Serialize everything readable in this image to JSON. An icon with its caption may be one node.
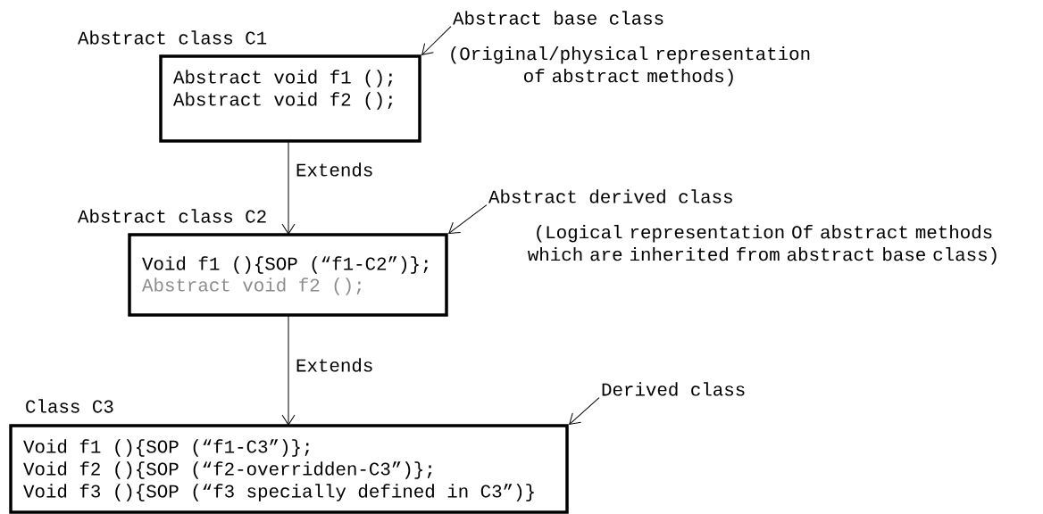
{
  "diagram": {
    "nodes": [
      {
        "text": [
          "Abstract class C1",
          "Abstract void f1 ();",
          "Abstract void f2 ();"
        ]
      },
      {
        "text": [
          "Abstract base class",
          "(Original/physical representation of abstract methods)"
        ]
      },
      {
        "text": [
          "Abstract class C2",
          "Void f1 (){SOP (“f1-C2”)};",
          "Abstract void f2 ();"
        ]
      },
      {
        "text": [
          "Abstract derived class",
          "(Logical representation Of abstract methods which are inherited from abstract base class)"
        ]
      },
      {
        "text": [
          "Class C3",
          "Void f1 (){SOP (“f1-C3”)};",
          "Void f2 (){SOP (“f2-overridden-C3”)};",
          "Void f3 (){SOP (“f3 specially defined in C3”)}"
        ]
      },
      {
        "text": [
          "Derived class"
        ]
      }
    ],
    "edges": [
      {
        "from": 0,
        "to": 2,
        "arrow": "to",
        "label": "Extends"
      },
      {
        "from": 2,
        "to": 4,
        "arrow": "to",
        "label": "Extends"
      },
      {
        "from": 1,
        "to": 0,
        "arrow": "to"
      },
      {
        "from": 3,
        "to": 2,
        "arrow": "to"
      },
      {
        "from": 5,
        "to": 4,
        "arrow": "to"
      }
    ]
  }
}
